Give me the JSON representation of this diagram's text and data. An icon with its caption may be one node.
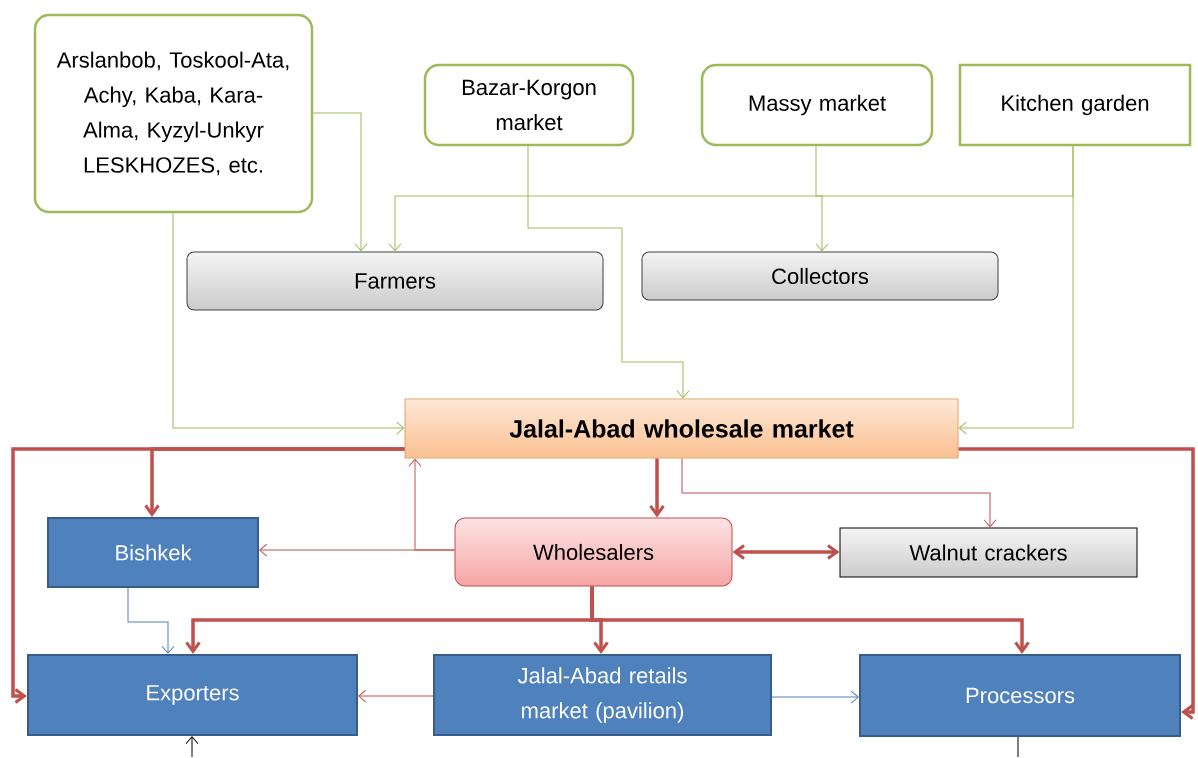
{
  "diagram": {
    "nodes": [
      {
        "text": [
          "Arslanbob, Toskool-Ata, Achy, Kaba, Kara-Alma, Kyzyl-Unkyr LESKHOZES, etc."
        ]
      },
      {
        "text": [
          "Bazar-Korgon market"
        ]
      },
      {
        "text": [
          "Massy market"
        ]
      },
      {
        "text": [
          "Kitchen garden"
        ]
      },
      {
        "text": [
          "Farmers"
        ]
      },
      {
        "text": [
          "Collectors"
        ]
      },
      {
        "text": [
          "Jalal-Abad wholesale market"
        ]
      },
      {
        "text": [
          "Bishkek"
        ]
      },
      {
        "text": [
          "Wholesalers"
        ]
      },
      {
        "text": [
          "Walnut crackers"
        ]
      },
      {
        "text": [
          "Exporters"
        ]
      },
      {
        "text": [
          "Jalal-Abad retails market (pavilion)"
        ]
      },
      {
        "text": [
          "Processors"
        ]
      }
    ],
    "edges": [
      {
        "from": 0,
        "to": 4,
        "arrow": "to",
        "color": "#9bbb59"
      },
      {
        "from": 0,
        "to": 6,
        "arrow": "to",
        "color": "#9bbb59"
      },
      {
        "from": 1,
        "to": 6,
        "arrow": "to",
        "color": "#9bbb59"
      },
      {
        "from": 2,
        "to": 5,
        "arrow": "to",
        "color": "#9bbb59"
      },
      {
        "from": 3,
        "to": 4,
        "arrow": "to",
        "color": "#9bbb59"
      },
      {
        "from": 3,
        "to": 6,
        "arrow": "to",
        "color": "#9bbb59"
      },
      {
        "from": 6,
        "to": 7,
        "arrow": "to",
        "style": "thick",
        "color": "#c0504d"
      },
      {
        "from": 6,
        "to": 10,
        "arrow": "to",
        "style": "thick",
        "color": "#c0504d"
      },
      {
        "from": 6,
        "to": 12,
        "arrow": "to",
        "style": "thick",
        "color": "#c0504d"
      },
      {
        "from": 6,
        "to": 8,
        "arrow": "to",
        "style": "thick",
        "color": "#c0504d"
      },
      {
        "from": 6,
        "to": 9,
        "arrow": "to",
        "color": "#c0504d"
      },
      {
        "from": 8,
        "to": 6,
        "arrow": "to",
        "color": "#c0504d"
      },
      {
        "from": 8,
        "to": 7,
        "arrow": "to",
        "color": "#c0504d"
      },
      {
        "from": 8,
        "to": 9,
        "arrow": "both",
        "style": "thick",
        "color": "#c0504d"
      },
      {
        "from": 8,
        "to": 10,
        "arrow": "to",
        "style": "thick",
        "color": "#c0504d"
      },
      {
        "from": 8,
        "to": 11,
        "arrow": "to",
        "style": "thick",
        "color": "#c0504d"
      },
      {
        "from": 8,
        "to": 12,
        "arrow": "to",
        "style": "thick",
        "color": "#c0504d"
      },
      {
        "from": 7,
        "to": 10,
        "arrow": "to",
        "color": "#4f81bd"
      },
      {
        "from": 11,
        "to": 10,
        "arrow": "to",
        "color": "#c0504d"
      },
      {
        "from": 11,
        "to": 12,
        "arrow": "to",
        "color": "#4f81bd"
      },
      {
        "from": null,
        "to": 10,
        "arrow": "to",
        "color": "#000000"
      },
      {
        "from": 12,
        "to": null,
        "arrow": "none",
        "color": "#000000"
      }
    ]
  }
}
